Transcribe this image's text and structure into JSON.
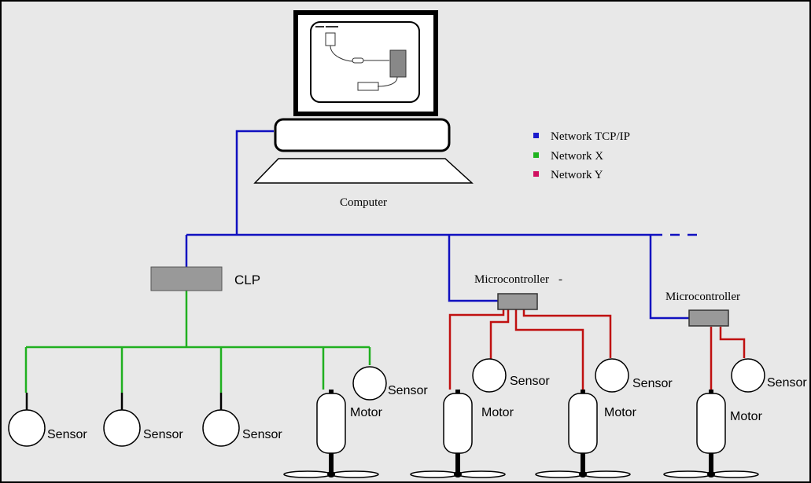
{
  "colors": {
    "tcpip": "#1010c0",
    "network_x": "#20b020",
    "network_y": "#c01010",
    "device_fill": "#999999",
    "background": "#e8e8e8",
    "legend_tcpip": "#1a1acc",
    "legend_x": "#1fb31f",
    "legend_y": "#d01060"
  },
  "legend": [
    {
      "label": "Network TCP/IP",
      "color_key": "legend_tcpip"
    },
    {
      "label": "Network X",
      "color_key": "legend_x"
    },
    {
      "label": "Network Y",
      "color_key": "legend_y"
    }
  ],
  "labels": {
    "computer": "Computer",
    "clp": "CLP",
    "microcontroller_1": "Microcontroller",
    "microcontroller_1_mark": "-",
    "microcontroller_2": "Microcontroller",
    "sensor_1": "Sensor",
    "sensor_2": "Sensor",
    "sensor_3": "Sensor",
    "sensor_4": "Sensor",
    "sensor_5": "Sensor",
    "sensor_6": "Sensor",
    "sensor_7": "Sensor",
    "motor_1": "Motor",
    "motor_2": "Motor",
    "motor_3": "Motor",
    "motor_4": "Motor"
  }
}
